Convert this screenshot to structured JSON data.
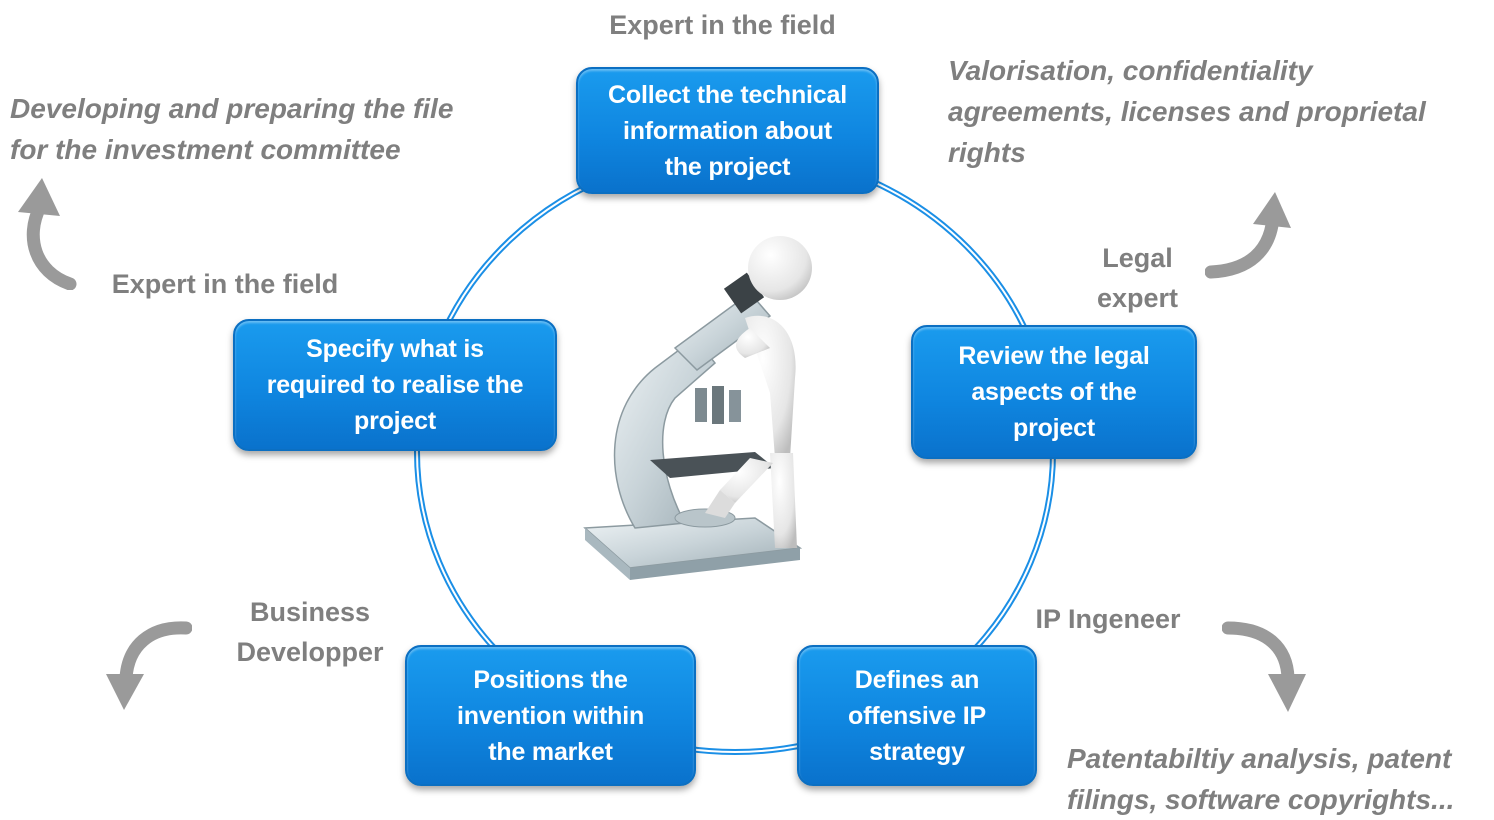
{
  "steps": {
    "collect": "Collect the technical\ninformation about\nthe project",
    "review": "Review the legal\naspects of the\nproject",
    "defines": "Defines an\noffensive IP\nstrategy",
    "positions": "Positions the\ninvention within\nthe market",
    "specify": "Specify what is\nrequired to realise the\nproject"
  },
  "roles": {
    "top": "Expert in the field",
    "legal": "Legal\nexpert",
    "ip": "IP Ingeneer",
    "business": "Business\nDevelopper",
    "left": "Expert in the field"
  },
  "notes": {
    "valorisation": "Valorisation, confidentiality\nagreements, licenses and proprietal\nrights",
    "patent": "Patentabiltiy analysis, patent\nfilings, software copyrights...",
    "developing": "Developing and preparing the file\nfor the investment committee"
  },
  "illustration": "figure-with-microscope",
  "colors": {
    "box": "#0f86e0",
    "ring": "#1b8fe6",
    "text_gray": "#7f7f7f",
    "arrow_gray": "#9a9a9a"
  }
}
